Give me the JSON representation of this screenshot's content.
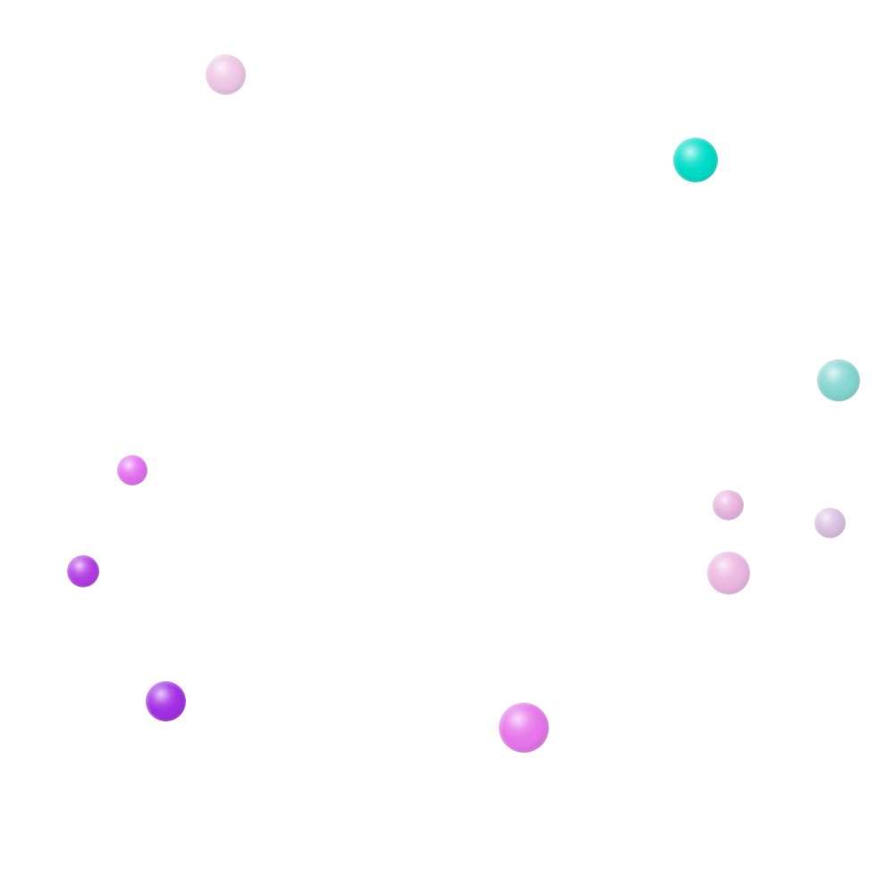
{
  "scene": {
    "background": "#ffffff",
    "spheres": [
      {
        "name": "pale-pink",
        "color": "#efc8e6"
      },
      {
        "name": "teal",
        "color": "#00dcc8"
      },
      {
        "name": "light-teal",
        "color": "#86d6d2"
      },
      {
        "name": "magenta-pink",
        "color": "#e472f2"
      },
      {
        "name": "pale-pink",
        "color": "#eab6e0"
      },
      {
        "name": "pale-lavender",
        "color": "#dcc2e2"
      },
      {
        "name": "purple",
        "color": "#b43ee6"
      },
      {
        "name": "pale-pink",
        "color": "#ecb8e2"
      },
      {
        "name": "violet",
        "color": "#a430e4"
      },
      {
        "name": "pink",
        "color": "#e676ea"
      }
    ]
  }
}
